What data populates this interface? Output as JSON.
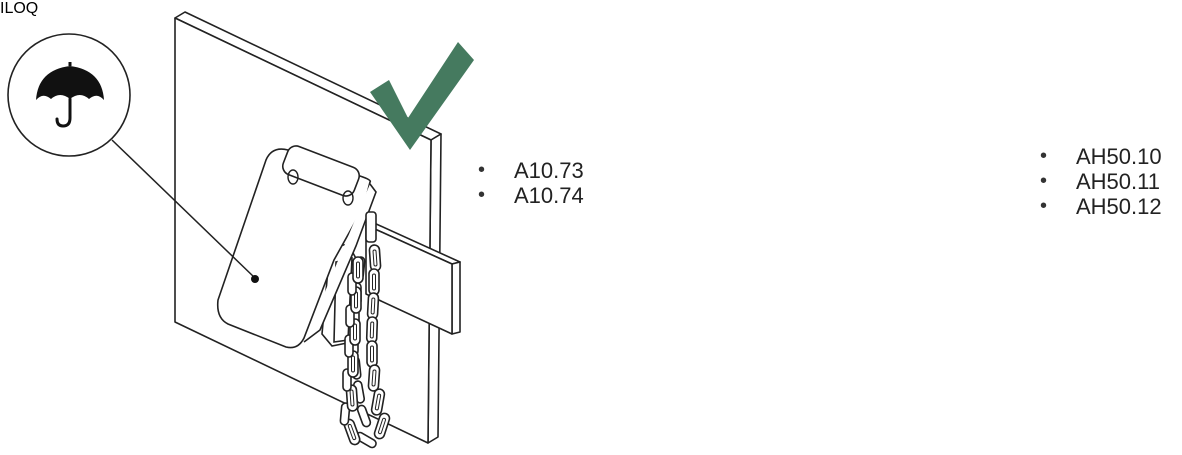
{
  "colors": {
    "line": "#222222",
    "check": "#457a5f",
    "background": "#ffffff"
  },
  "icons": {
    "weather": "umbrella-icon",
    "approved": "checkmark-icon"
  },
  "left_panel": {
    "models": [
      "A10.73",
      "A10.74"
    ]
  },
  "right_panel": {
    "models": [
      "AH50.10",
      "AH50.11",
      "AH50.12"
    ],
    "padlock_brand": "ILOQ"
  }
}
